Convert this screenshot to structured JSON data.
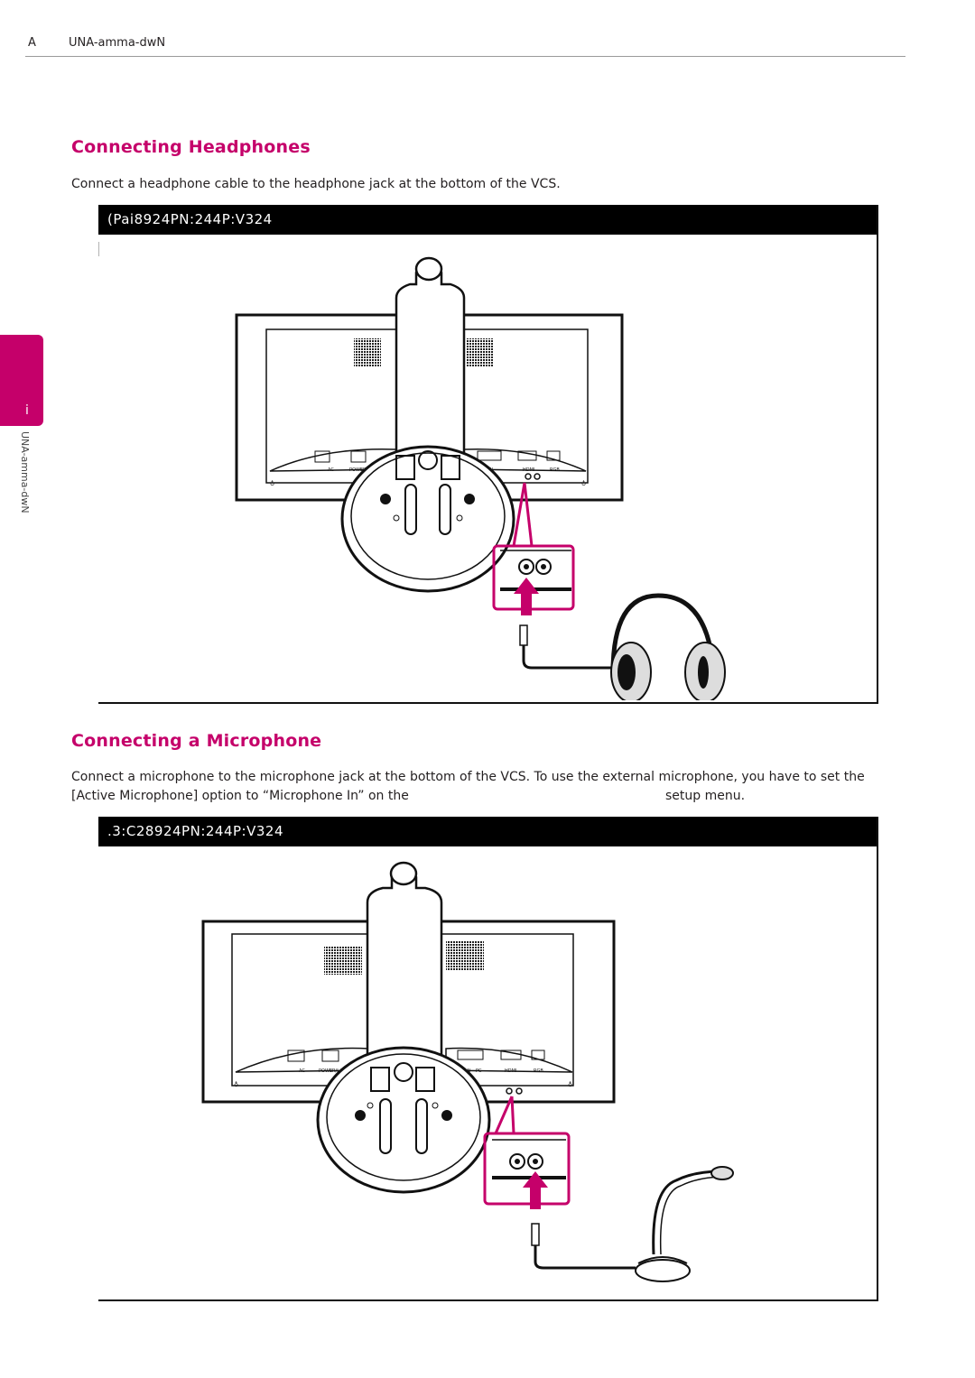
{
  "header": {
    "page_marker": "A",
    "title": "UNA-amma-dwN"
  },
  "side_tab": {
    "number": "i",
    "label": "UNA-amma-dwN"
  },
  "sections": [
    {
      "title": "Connecting Headphones",
      "body": "Connect a headphone cable to the headphone jack at the bottom of the VCS.",
      "figure_caption": "(Pai8924PN:244P:V324"
    },
    {
      "title": "Connecting a Microphone",
      "body_line1": "Connect a microphone to the microphone jack at the bottom of the VCS. To use the external microphone, you have to set the",
      "body_line2a": "[Active Microphone] option to “Microphone In” on the",
      "body_line2b": "setup menu.",
      "figure_caption": ".3:C28924PN:244P:V324"
    }
  ],
  "device_labels": {
    "ac": "AC",
    "power_lan": "POWER/LAN",
    "lan": "LAN",
    "pc": "PC",
    "hdmi": "HDMI",
    "rgb": "RGB"
  },
  "colors": {
    "accent": "#c5006a",
    "bar": "#000000",
    "text": "#231f20"
  }
}
